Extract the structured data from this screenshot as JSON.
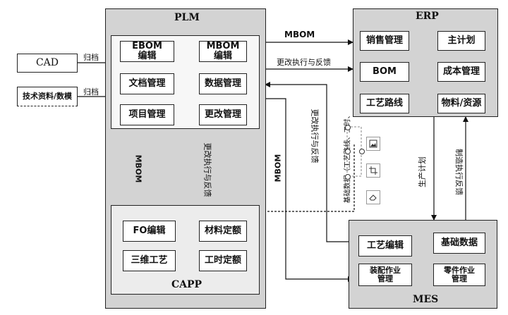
{
  "plm": {
    "title": "PLM",
    "modules": [
      {
        "top": "EBOM",
        "bottom": "编辑"
      },
      {
        "top": "MBOM",
        "bottom": "编辑"
      },
      {
        "label": "文档管理"
      },
      {
        "label": "数据管理"
      },
      {
        "label": "项目管理"
      },
      {
        "label": "更改管理"
      }
    ]
  },
  "capp": {
    "title": "CAPP",
    "modules": [
      "FO编辑",
      "材料定额",
      "三维工艺",
      "工时定额"
    ]
  },
  "erp": {
    "title": "ERP",
    "modules": [
      "销售管理",
      "主计划",
      "BOM",
      "成本管理",
      "工艺路线",
      "物料/资源"
    ]
  },
  "mes": {
    "title": "MES",
    "modules": [
      {
        "label": "工艺编辑"
      },
      {
        "label": "基础数据"
      },
      {
        "top": "装配作业",
        "bottom": "管理"
      },
      {
        "top": "零件作业",
        "bottom": "管理"
      }
    ]
  },
  "inputs": {
    "cad": "CAD",
    "tech": "技术资料/数模"
  },
  "arrow_labels": {
    "guidang1": "归档",
    "guidang2": "归档",
    "mbom_to_erp": "MBOM",
    "feedback_erp": "更改执行与反馈",
    "mbom_down": "MBOM",
    "feedback_up": "更改执行与反馈",
    "mbom_mes": "MBOM",
    "feedback_mes": "更改执行与反馈",
    "prod_plan": "生产计划",
    "mfg_feedback": "制造执行反馈",
    "overlay_text": "基础数据（工艺路线、工时、"
  },
  "toolbar": {
    "image_icon": "image-icon",
    "crop_icon": "crop-icon",
    "eraser_icon": "eraser-icon"
  }
}
